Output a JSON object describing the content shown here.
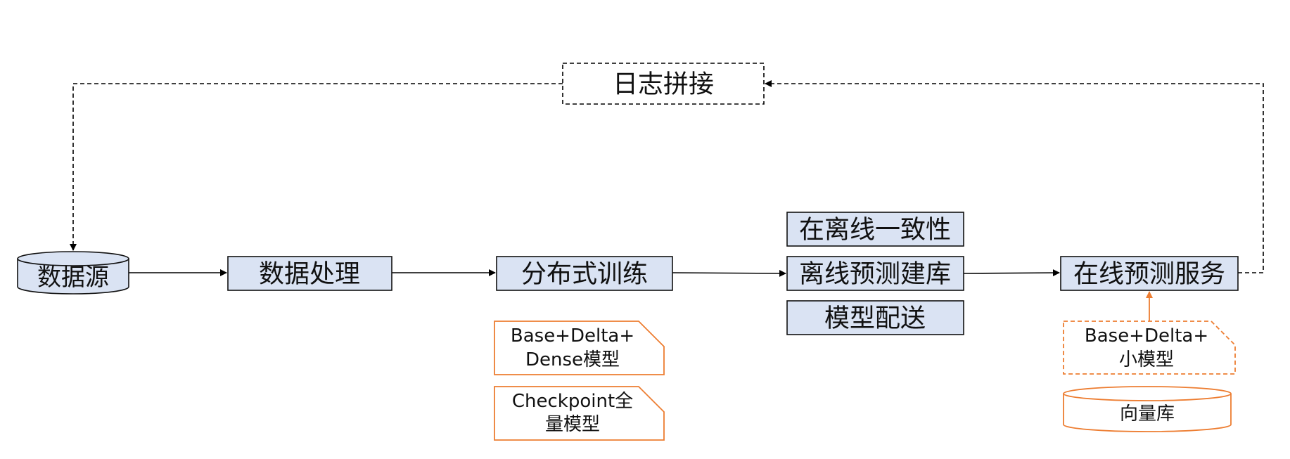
{
  "diagram": {
    "log_join": "日志拼接",
    "data_source": "数据源",
    "data_processing": "数据处理",
    "distributed_training": "分布式训练",
    "consistency": "在离线一致性",
    "offline_predict": "离线预测建库",
    "model_delivery": "模型配送",
    "online_service": "在线预测服务",
    "model_note_1": {
      "line1": "Base+Delta+",
      "line2": "Dense模型"
    },
    "model_note_2": {
      "line1": "Checkpoint全",
      "line2": "量模型"
    },
    "online_model_note": {
      "line1": "Base+Delta+",
      "line2": "小模型"
    },
    "vector_db": "向量库"
  },
  "colors": {
    "box_fill": "#dae3f3",
    "box_stroke": "#111111",
    "accent_orange": "#ed7d31",
    "line": "#000000"
  }
}
